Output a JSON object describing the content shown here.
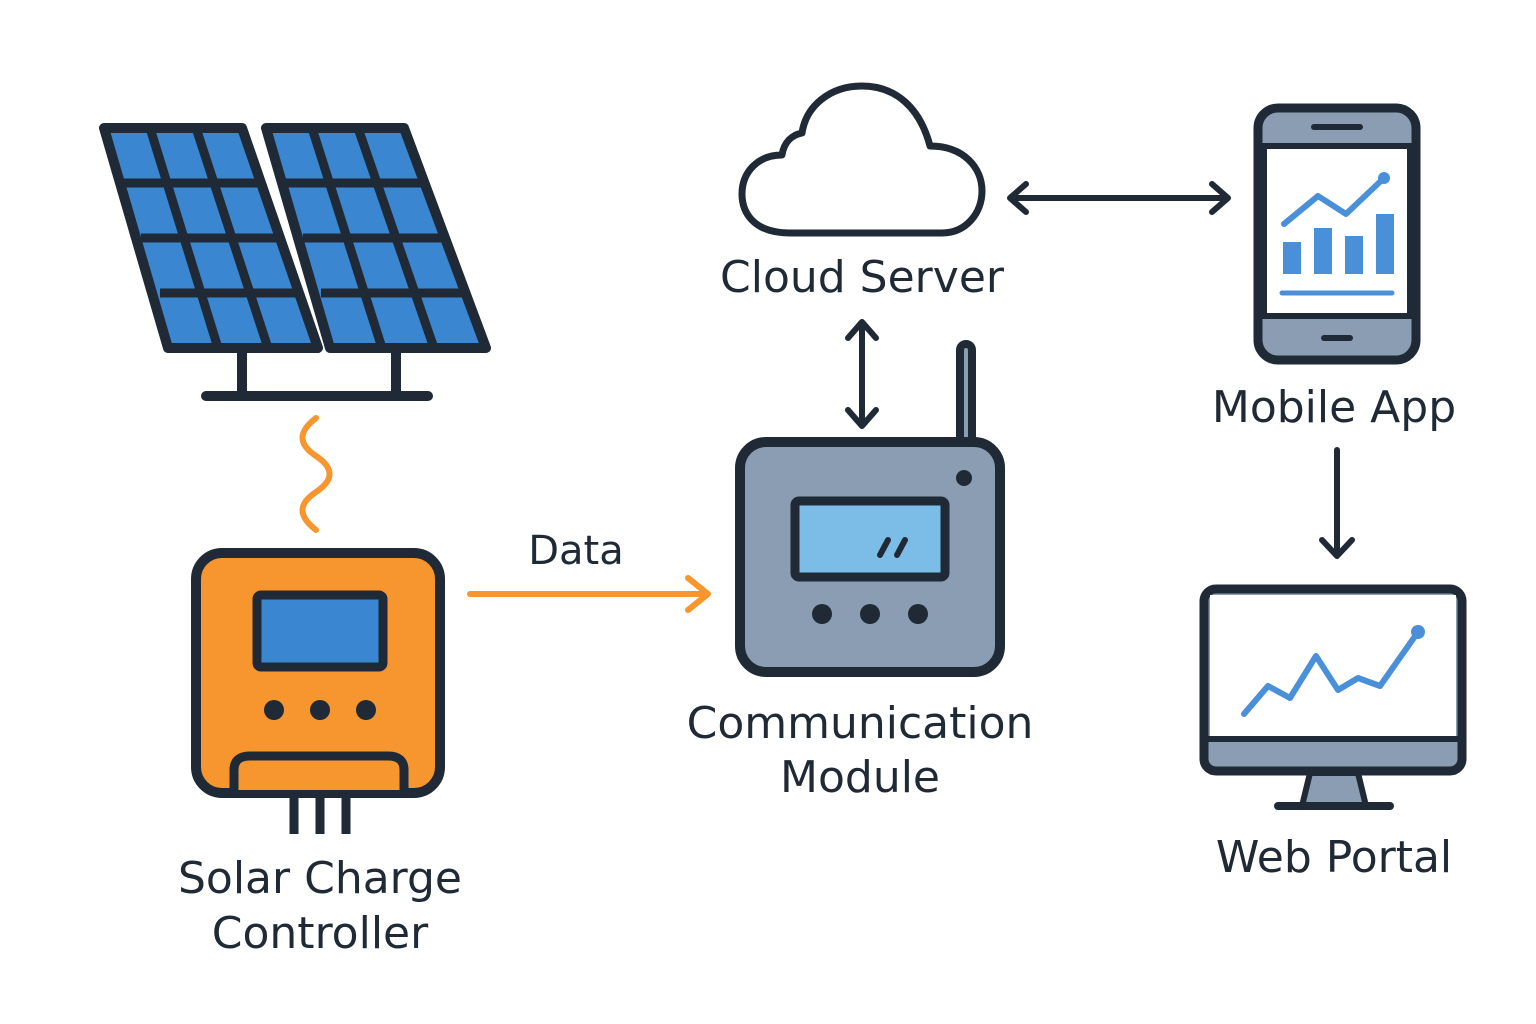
{
  "nodes": {
    "solar_panels": {
      "icon": "solar-panel-icon"
    },
    "charge_controller": {
      "line1": "Solar Charge",
      "line2": "Controller",
      "icon": "charge-controller-icon"
    },
    "communication_module": {
      "line1": "Communication",
      "line2": "Module",
      "icon": "communication-module-icon"
    },
    "cloud_server": {
      "label": "Cloud Server",
      "icon": "cloud-icon"
    },
    "mobile_app": {
      "label": "Mobile App",
      "icon": "smartphone-icon"
    },
    "web_portal": {
      "label": "Web Portal",
      "icon": "monitor-icon"
    }
  },
  "edges": {
    "controller_to_module": {
      "label": "Data"
    }
  },
  "colors": {
    "outline": "#1f2a36",
    "panel_blue": "#3a86d1",
    "controller_orange": "#f7952e",
    "module_gray": "#8a9db3",
    "screen_blue": "#7bbde6",
    "chart_blue": "#4a90d9",
    "device_gray": "#8a9db3"
  }
}
